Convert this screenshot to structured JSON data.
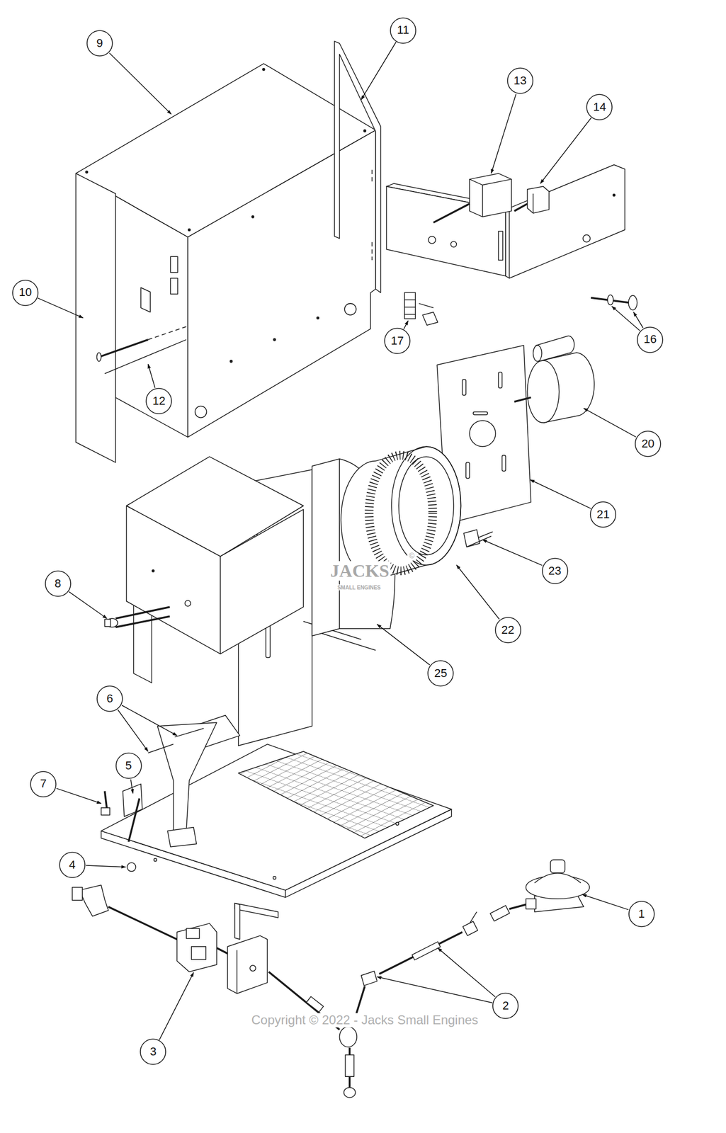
{
  "diagram": {
    "nodes": [
      {
        "text": [
          "9"
        ]
      },
      {
        "text": [
          "11"
        ]
      },
      {
        "text": [
          "13"
        ]
      },
      {
        "text": [
          "14"
        ]
      },
      {
        "text": [
          "10"
        ]
      },
      {
        "text": [
          "17"
        ]
      },
      {
        "text": [
          "16"
        ]
      },
      {
        "text": [
          "12"
        ]
      },
      {
        "text": [
          "20"
        ]
      },
      {
        "text": [
          "21"
        ]
      },
      {
        "text": [
          "23"
        ]
      },
      {
        "text": [
          "8"
        ]
      },
      {
        "text": [
          "22"
        ]
      },
      {
        "text": [
          "25"
        ]
      },
      {
        "text": [
          "6"
        ]
      },
      {
        "text": [
          "5"
        ]
      },
      {
        "text": [
          "7"
        ]
      },
      {
        "text": [
          "4"
        ]
      },
      {
        "text": [
          "1"
        ]
      },
      {
        "text": [
          "2"
        ]
      },
      {
        "text": [
          "3"
        ]
      }
    ],
    "labels": [
      "JACKS",
      "©",
      "SMALL ENGINES",
      "Copyright © 2022 - Jacks Small Engines"
    ]
  }
}
